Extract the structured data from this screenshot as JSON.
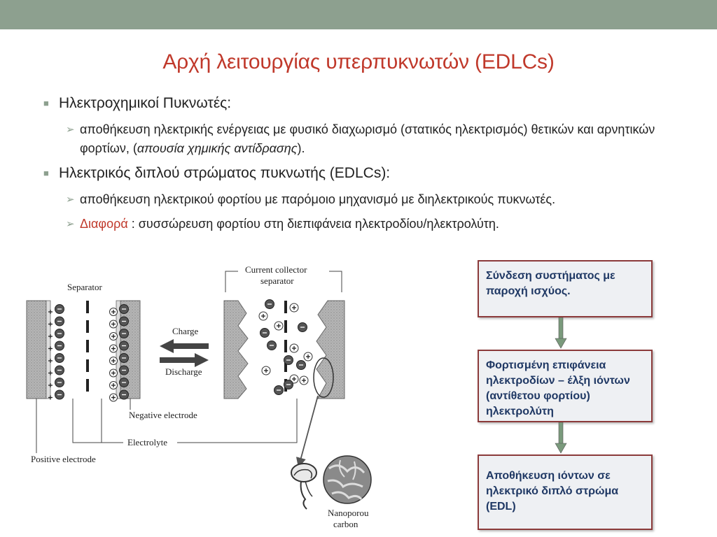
{
  "slide": {
    "title": "Αρχή λειτουργίας υπερπυκνωτών (EDLCs)",
    "bullets": [
      {
        "text": "Ηλεκτροχημικοί Πυκνωτές:"
      },
      {
        "text": "αποθήκευση ηλεκτρικής ενέργειας με φυσικό διαχωρισμό (στατικός ηλεκτρισμός) θετικών και αρνητικών φορτίων, (",
        "italic": "απουσία χημικής αντίδρασης",
        "after": ")."
      },
      {
        "text": "Ηλεκτρικός διπλού στρώματος πυκνωτής (EDLCs):"
      },
      {
        "text": "αποθήκευση ηλεκτρικού φορτίου με παρόμοιο μηχανισμό με διηλεκτρικούς πυκνωτές."
      },
      {
        "red": "Διαφορά",
        "text": " : συσσώρευση φορτίου στη διεπιφάνεια ηλεκτροδίου/ηλεκτρολύτη."
      }
    ]
  },
  "diagram": {
    "labels": {
      "separator": "Separator",
      "charge": "Charge",
      "discharge": "Discharge",
      "current_collector_1": "Current collector",
      "current_collector_2": "separator",
      "negative_electrode": "Negative electrode",
      "electrolyte": "Electrolyte",
      "positive_electrode": "Positive electrode",
      "nanoporous_1": "Nanoporou",
      "nanoporous_2": "carbon"
    }
  },
  "flow": [
    {
      "text": "Σύνδεση συστήματος με παροχή ισχύος."
    },
    {
      "text": "Φορτισμένη επιφάνεια ηλεκτροδίων – έλξη ιόντων (αντίθετου φορτίου) ηλεκτρολύτη"
    },
    {
      "text": "Αποθήκευση ιόντων σε ηλεκτρικό διπλό στρώμα (EDL)"
    }
  ],
  "colors": {
    "topbar": "#8da08f",
    "title": "#c0392b",
    "box_border": "#8b3a3a",
    "box_text": "#1f3864",
    "arrow": "#7a9a7c"
  }
}
